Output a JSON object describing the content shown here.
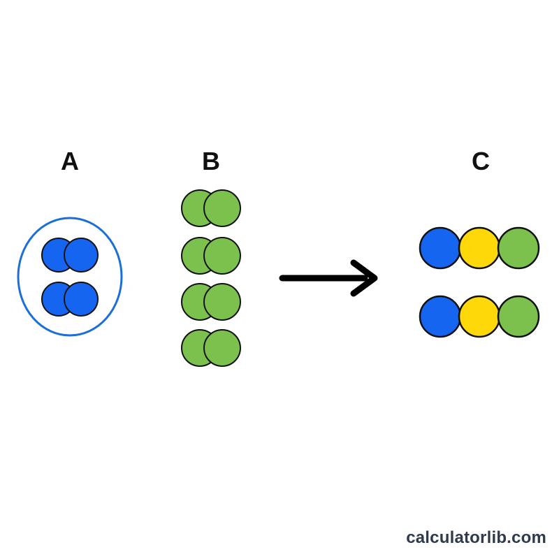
{
  "labels": {
    "a": "A",
    "b": "B",
    "c": "C"
  },
  "watermark": "calculatorlib.com",
  "colors": {
    "blue": "#1565f0",
    "green": "#7cc14d",
    "yellow": "#ffd80a",
    "outline": "#111111",
    "container": "#1b6fd9",
    "arrow": "#000000"
  },
  "groups": {
    "a": {
      "molecules": [
        [
          "blue",
          "blue"
        ],
        [
          "blue",
          "blue"
        ]
      ],
      "enclosed": true
    },
    "b": {
      "molecules": [
        [
          "green",
          "green"
        ],
        [
          "green",
          "green"
        ],
        [
          "green",
          "green"
        ],
        [
          "green",
          "green"
        ]
      ]
    },
    "c": {
      "molecules": [
        [
          "blue",
          "yellow",
          "green"
        ],
        [
          "blue",
          "yellow",
          "green"
        ]
      ]
    }
  },
  "arrow": {
    "direction": "right"
  }
}
